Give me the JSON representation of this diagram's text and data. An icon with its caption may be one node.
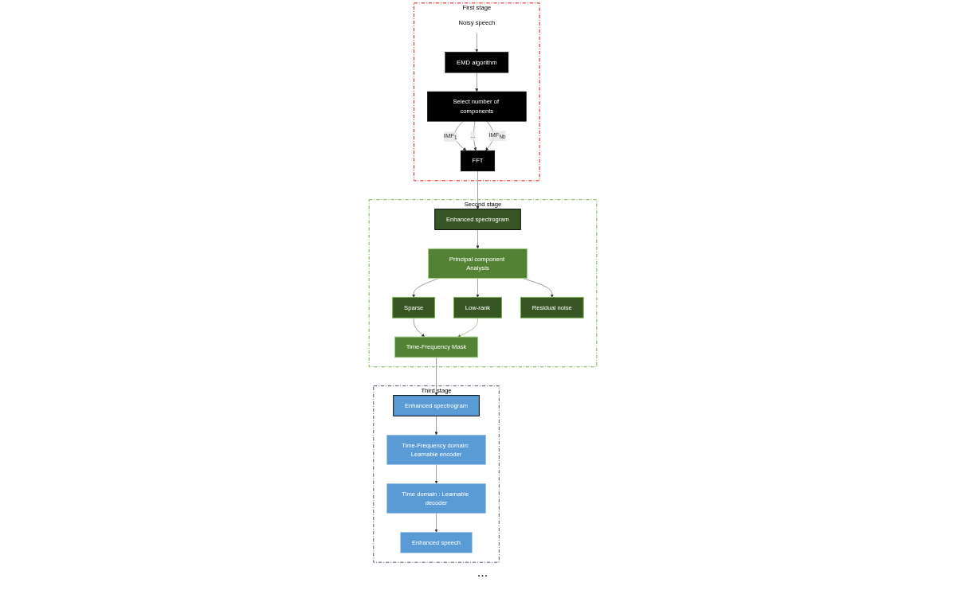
{
  "diagram": {
    "nodes": [
      {
        "text": [
          "First stage"
        ]
      },
      {
        "text": [
          "Noisy speech"
        ],
        "in": 0
      },
      {
        "text": [
          "EMD algorithm"
        ],
        "in": 0
      },
      {
        "text": [
          "Select number of components"
        ],
        "in": 0
      },
      {
        "text": [
          "FFT"
        ],
        "in": 0
      },
      {
        "text": [
          "Second stage"
        ]
      },
      {
        "text": [
          "Time-Frequency Mask"
        ],
        "in": 5
      },
      {
        "text": [
          "Sparse"
        ],
        "in": 5
      },
      {
        "text": [
          "Low-rank"
        ],
        "in": 5
      },
      {
        "text": [
          "Residual noise"
        ],
        "in": 5
      },
      {
        "text": [
          "Principal component Analysis"
        ],
        "in": 5
      },
      {
        "text": [
          "Enhanced spectrogram"
        ],
        "in": 5
      },
      {
        "text": [
          "Third stage"
        ]
      },
      {
        "text": [
          "Enhanced spectrogram"
        ],
        "in": 12
      },
      {
        "text": [
          "Time-Frequency domain: Learnable encoder"
        ],
        "in": 12
      },
      {
        "text": [
          "Time domain : Learnable decoder"
        ],
        "in": 12
      },
      {
        "text": [
          "Enhanced speech"
        ],
        "in": 12
      }
    ],
    "edges": [
      {
        "from": 1,
        "to": 2,
        "arrow": "to"
      },
      {
        "from": 2,
        "to": 3,
        "arrow": "to"
      },
      {
        "from": 3,
        "to": 4,
        "arrow": "to",
        "label": "IMF$_{1}$"
      },
      {
        "from": 3,
        "to": 4,
        "arrow": "to",
        "label": "..."
      },
      {
        "from": 3,
        "to": 4,
        "arrow": "to",
        "label": "IMF$_{Nb}$"
      },
      {
        "from": 4,
        "to": 11,
        "arrow": "to"
      },
      {
        "from": 11,
        "to": 10,
        "arrow": "to"
      },
      {
        "from": 10,
        "to": 7,
        "arrow": "to"
      },
      {
        "from": 10,
        "to": 8,
        "arrow": "to"
      },
      {
        "from": 10,
        "to": 9,
        "arrow": "to"
      },
      {
        "from": 7,
        "to": 6,
        "arrow": "to"
      },
      {
        "from": 8,
        "to": 6,
        "arrow": "to",
        "color": "#548235"
      },
      {
        "from": 6,
        "to": 13,
        "arrow": "to"
      },
      {
        "from": 13,
        "to": 14,
        "arrow": "to"
      },
      {
        "from": 14,
        "to": 15,
        "arrow": "to"
      },
      {
        "from": 15,
        "to": 16,
        "arrow": "to"
      }
    ],
    "labels": [
      "..."
    ]
  }
}
